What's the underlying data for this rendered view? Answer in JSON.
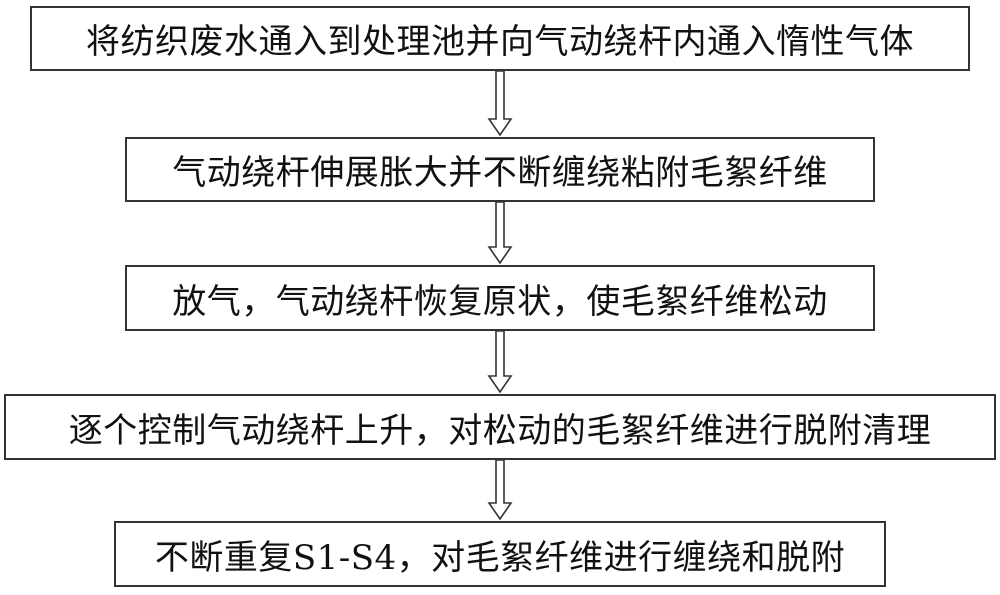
{
  "flowchart": {
    "steps": [
      {
        "text": "将纺织废水通入到处理池并向气动绕杆内通入惰性气体"
      },
      {
        "text": "气动绕杆伸展胀大并不断缠绕粘附毛絮纤维"
      },
      {
        "text": "放气，气动绕杆恢复原状，使毛絮纤维松动"
      },
      {
        "text": "逐个控制气动绕杆上升，对松动的毛絮纤维进行脱附清理"
      },
      {
        "text": "不断重复S1-S4，对毛絮纤维进行缠绕和脱附"
      }
    ],
    "arrow_icon": "hollow-down-arrow-icon",
    "colors": {
      "border": "#333333",
      "text": "#111111",
      "background": "#ffffff"
    }
  }
}
